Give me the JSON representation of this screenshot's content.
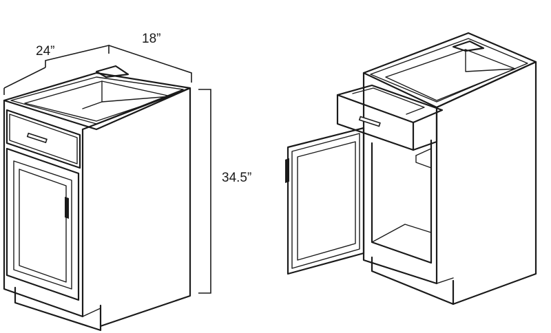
{
  "dimensions": {
    "depth": "24”",
    "width": "18”",
    "height": "34.5”"
  },
  "colors": {
    "line": "#1a1a1a",
    "background": "#ffffff"
  }
}
